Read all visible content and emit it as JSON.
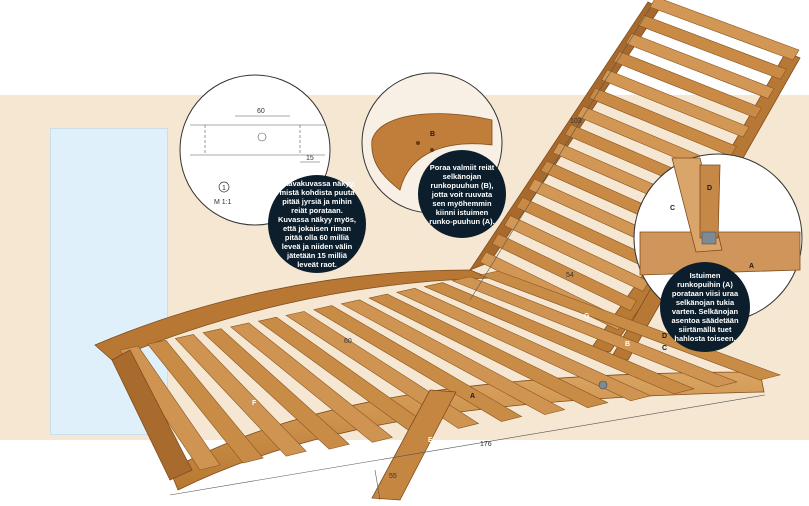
{
  "callouts": {
    "drawing": "Kaavakuvassa näkyy, mistä kohdista puuta pitää jyrsiä ja mihin reiät porataan. Kuvassa näkyy myös, että jokaisen riman pitää olla 60 milliä leveä ja niiden välin jätetään 15 milliä leveät raot.",
    "holes": "Poraa valmiit reiät selkänojan runkopuuhun (B), jotta voit ruuvata sen myöhemmin kiinni istuimen runko-puuhun (A).",
    "seat": "Istuimen runkopuihin (A) porataan viisi uraa selkänojan tukia varten. Selkänojan asentoa säädetään siirtämällä tuet hahlosta toiseen."
  },
  "detail_drawing": {
    "dim_top": "60",
    "dim_small": "15",
    "scale_number": "1",
    "scale_text": "M 1:1"
  },
  "dimensions": {
    "backrest_length": "103",
    "seat_depth": "60",
    "backrest_width": "54",
    "total_length": "176",
    "leg_height": "55"
  },
  "parts": {
    "A": "A",
    "B": "B",
    "C": "C",
    "D": "D",
    "E": "E",
    "F": "F",
    "G": "G"
  },
  "colors": {
    "wood": "#c78a44",
    "wood_dark": "#9a5f27",
    "wood_light": "#dca564",
    "background": "#f5e7d2",
    "pool": "#dff0fa",
    "callout": "#0c1e2c"
  }
}
